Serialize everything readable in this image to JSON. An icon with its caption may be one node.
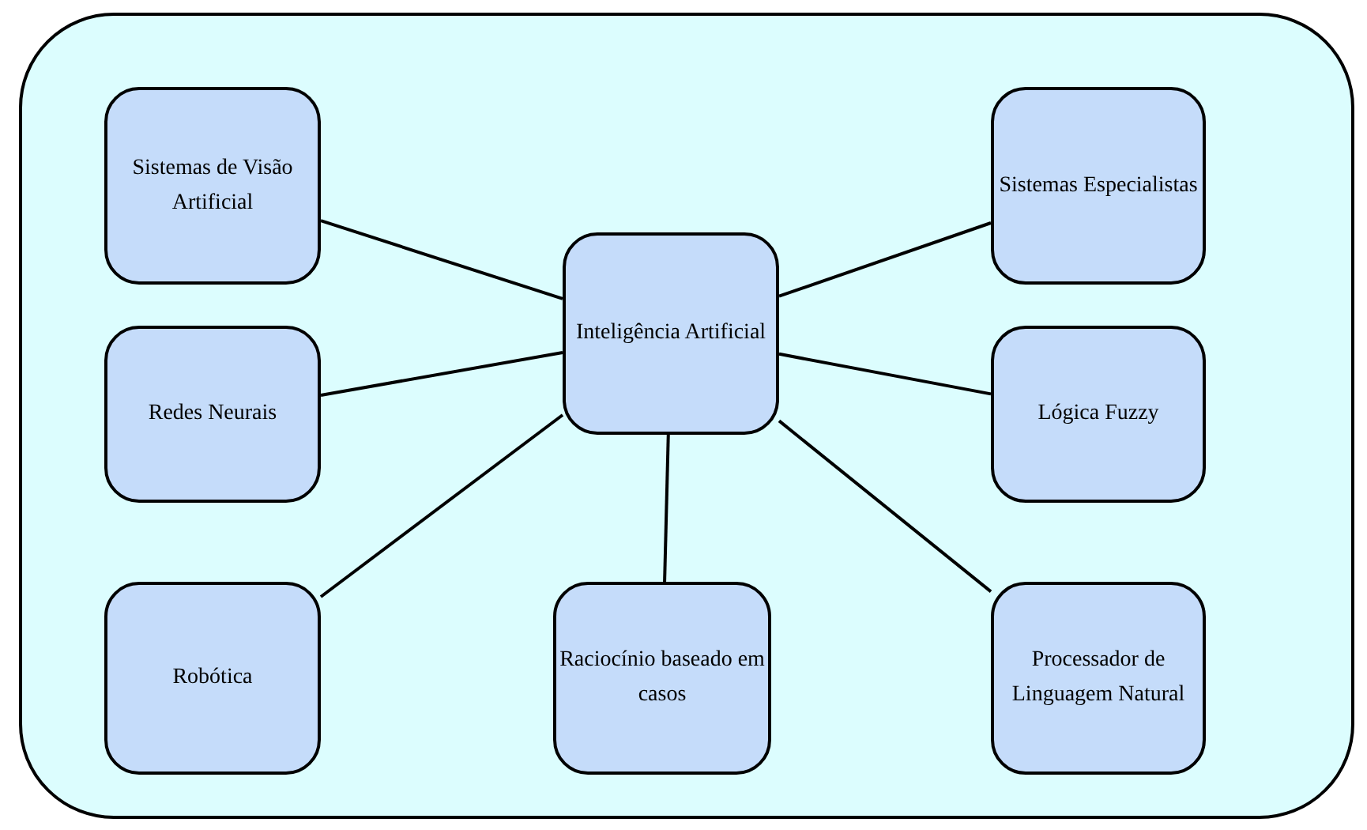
{
  "diagram": {
    "nodes": [
      {
        "text": [],
        "shape": "box"
      },
      {
        "text": [
          "Sistemas de Visão Artificial"
        ],
        "in": 0
      },
      {
        "text": [
          "Sistemas Especialistas"
        ],
        "in": 0
      },
      {
        "text": [
          "Inteligência Artificial"
        ],
        "in": 0
      },
      {
        "text": [
          "Redes Neurais"
        ],
        "in": 0
      },
      {
        "text": [
          "Lógica Fuzzy"
        ],
        "in": 0
      },
      {
        "text": [
          "Robótica"
        ],
        "in": 0
      },
      {
        "text": [
          "Raciocínio baseado em casos"
        ],
        "in": 0
      },
      {
        "text": [
          "Processador de Linguagem Natural"
        ],
        "in": 0
      }
    ],
    "edges": [
      {
        "from": 3,
        "to": 1,
        "arrow": "none"
      },
      {
        "from": 3,
        "to": 2,
        "arrow": "none"
      },
      {
        "from": 3,
        "to": 4,
        "arrow": "none"
      },
      {
        "from": 3,
        "to": 5,
        "arrow": "none"
      },
      {
        "from": 3,
        "to": 6,
        "arrow": "none"
      },
      {
        "from": 3,
        "to": 7,
        "arrow": "none"
      },
      {
        "from": 3,
        "to": 8,
        "arrow": "none"
      }
    ]
  }
}
